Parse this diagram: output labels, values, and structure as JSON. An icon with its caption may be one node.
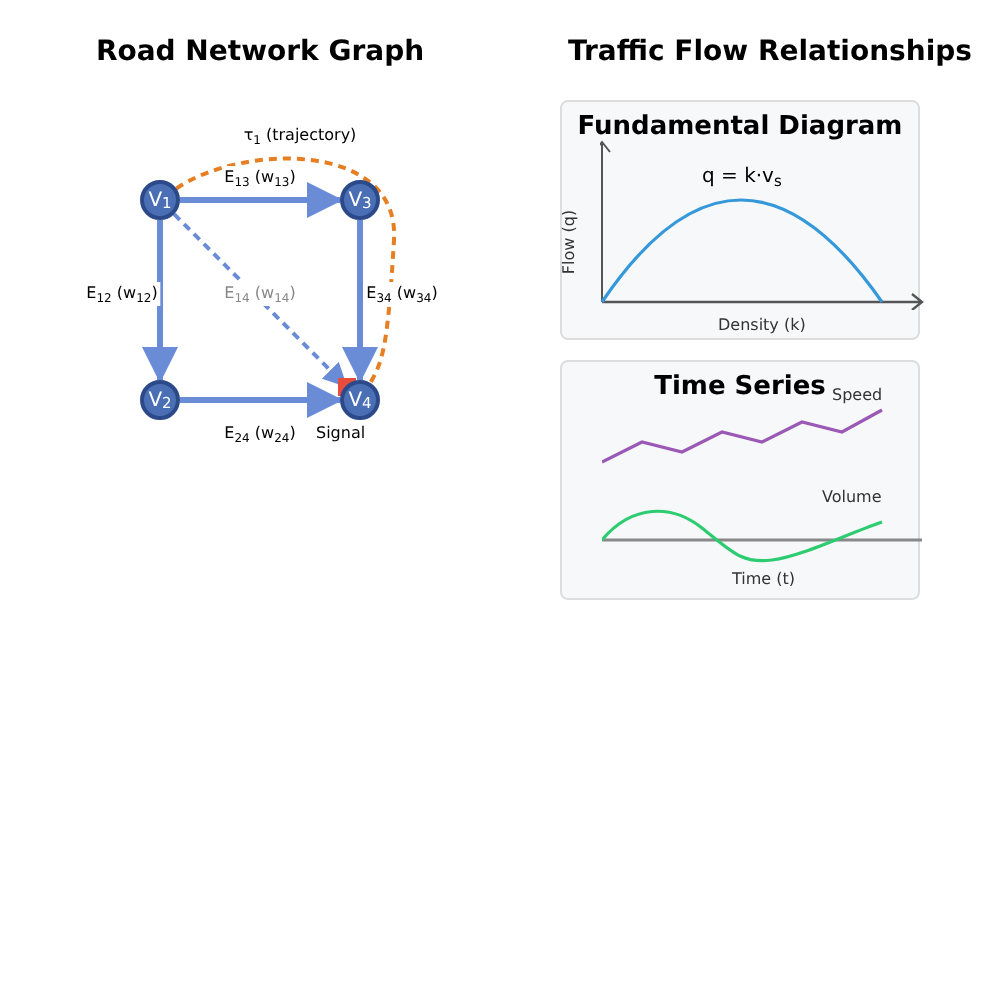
{
  "diagram": {
    "nodes": [
      {
        "text": [
          "V$_{1}$"
        ]
      },
      {
        "text": [
          "V$_{2}$"
        ]
      },
      {
        "text": [
          "V$_{3}$"
        ]
      },
      {
        "text": [
          "V$_{4}$"
        ]
      },
      {
        "text": [
          "Fundamental Diagram",
          "q = k·v$_{s}$",
          "Flow (q)",
          "Density (k)"
        ]
      },
      {
        "text": [
          "Time Series",
          "Speed",
          "Volume",
          "Time (t)"
        ]
      }
    ],
    "edges": [
      {
        "from": 0,
        "to": 2,
        "arrow": "to",
        "label": "E$_{13}$ (w$_{13}$)"
      },
      {
        "from": 0,
        "to": 1,
        "arrow": "to",
        "label": "E$_{12}$ (w$_{12}$)"
      },
      {
        "from": 0,
        "to": 3,
        "arrow": "to",
        "label": "E$_{14}$ (w$_{14}$)",
        "style": "dashed"
      },
      {
        "from": 2,
        "to": 3,
        "arrow": "to",
        "label": "E$_{34}$ (w$_{34}$)"
      },
      {
        "from": 1,
        "to": 3,
        "arrow": "to",
        "label": "E$_{24}$ (w$_{24}$)"
      },
      {
        "from": 0,
        "to": 3,
        "arrow": "none",
        "label": "τ$_{1}$ (trajectory)",
        "style": "dashed",
        "color": "#e67e22"
      }
    ],
    "labels": [
      "Road Network Graph",
      "Traffic Flow Relationships",
      "Signal"
    ]
  }
}
